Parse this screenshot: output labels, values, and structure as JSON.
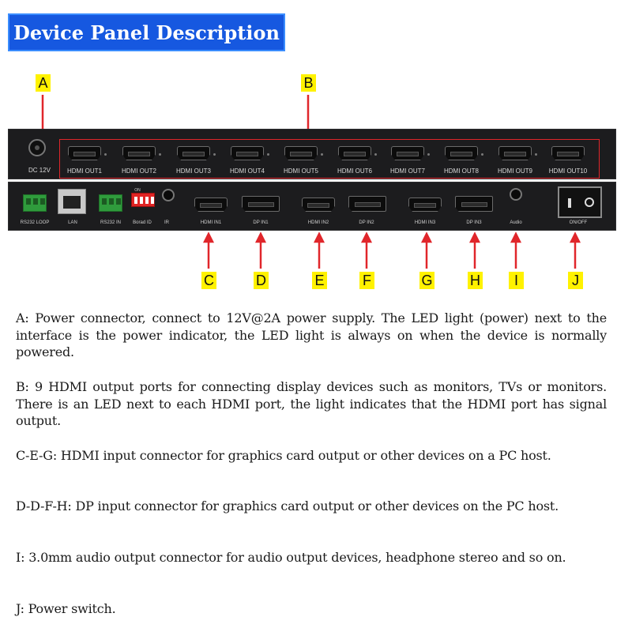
{
  "title": "Device Panel Description",
  "callouts": {
    "A": "A",
    "B": "B",
    "C": "C",
    "D": "D",
    "E": "E",
    "F": "F",
    "G": "G",
    "H": "H",
    "I": "I",
    "J": "J"
  },
  "top_panel": {
    "dc_label": "DC 12V",
    "hdmi_out": [
      "HDMI OUT1",
      "HDMI OUT2",
      "HDMI OUT3",
      "HDMI OUT4",
      "HDMI OUT5",
      "HDMI OUT6",
      "HDMI OUT7",
      "HDMI OUT8",
      "HDMI OUT9",
      "HDMI OUT10"
    ]
  },
  "bottom_panel": {
    "rs232_loop": "RS232 LOOP",
    "lan": "LAN",
    "rs232_in": "RS232 IN",
    "borad_id": "Borad ID",
    "dip_on": "ON",
    "ir": "IR",
    "hdmi_in1": "HDMI IN1",
    "dp_in1": "DP IN1",
    "hdmi_in2": "HDMI IN2",
    "dp_in2": "DP IN2",
    "hdmi_in3": "HDMI IN3",
    "dp_in3": "DP IN3",
    "audio": "Audio",
    "on_off": "ON/OFF"
  },
  "descriptions": {
    "a": "A: Power connector, connect to 12V@2A power supply. The LED light (power) next to the interface is the power indicator, the LED light is always on when the device is normally powered.",
    "b": "B: 9 HDMI output ports for connecting display devices such as monitors, TVs or monitors. There is an LED next to each HDMI port, the light indicates that the HDMI port has signal output.",
    "ceg": "C-E-G: HDMI input connector for graphics card output or other devices on a PC host.",
    "ddfh": "D-D-F-H: DP input connector for graphics card output or other devices on the PC host.",
    "i": "I: 3.0mm audio output connector for audio output devices, headphone stereo and so on.",
    "j": "J: Power switch."
  },
  "colors": {
    "title_bg": "#1658e0",
    "callout_bg": "#fff200",
    "callout_line": "#e0262b",
    "panel": "#1c1c1e"
  }
}
